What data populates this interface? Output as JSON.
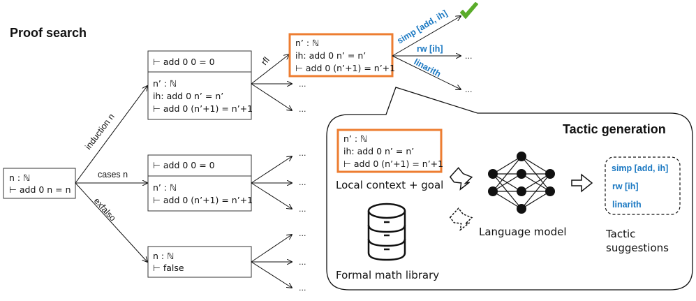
{
  "titles": {
    "proof_search": "Proof search",
    "tactic_generation": "Tactic generation"
  },
  "root": {
    "lines": [
      "n : ℕ",
      "⊢ add 0 n = n"
    ]
  },
  "edges": {
    "induction": "induction n",
    "cases": "cases n",
    "exfalso": "exfalso",
    "rfl": "rfl"
  },
  "induction_node": {
    "top": "⊢ add 0 0 = 0",
    "bottom": [
      "n’ : ℕ",
      "ih: add 0 n’ = n’",
      "⊢ add 0 (n’+1) = n’+1"
    ]
  },
  "cases_node": {
    "top": "⊢ add 0 0 = 0",
    "bottom": [
      "n’ : ℕ",
      "⊢ add 0 (n’+1) = n’+1"
    ]
  },
  "exfalso_node": {
    "lines": [
      "n : ℕ",
      "⊢ false"
    ]
  },
  "focus_node": {
    "lines": [
      "n’ : ℕ",
      "ih: add 0 n’ = n’",
      "⊢ add 0 (n’+1) = n’+1"
    ]
  },
  "tactics": [
    "simp [add, ih]",
    "rw [ih]",
    "linarith"
  ],
  "ellipsis": "...",
  "tactic_gen": {
    "context_lines": [
      "n’ : ℕ",
      "ih: add 0 n’ = n’",
      "⊢ add 0 (n’+1) = n’+1"
    ],
    "context_label": "Local context + goal",
    "library_label": "Formal math library",
    "model_label": "Language model",
    "suggestions": [
      "simp [add, ih]",
      "rw [ih]",
      "linarith"
    ],
    "suggestions_label": [
      "Tactic",
      "suggestions"
    ]
  },
  "colors": {
    "orange": "#ed7d31",
    "blue": "#1a78c2",
    "green": "#5aac2a"
  }
}
